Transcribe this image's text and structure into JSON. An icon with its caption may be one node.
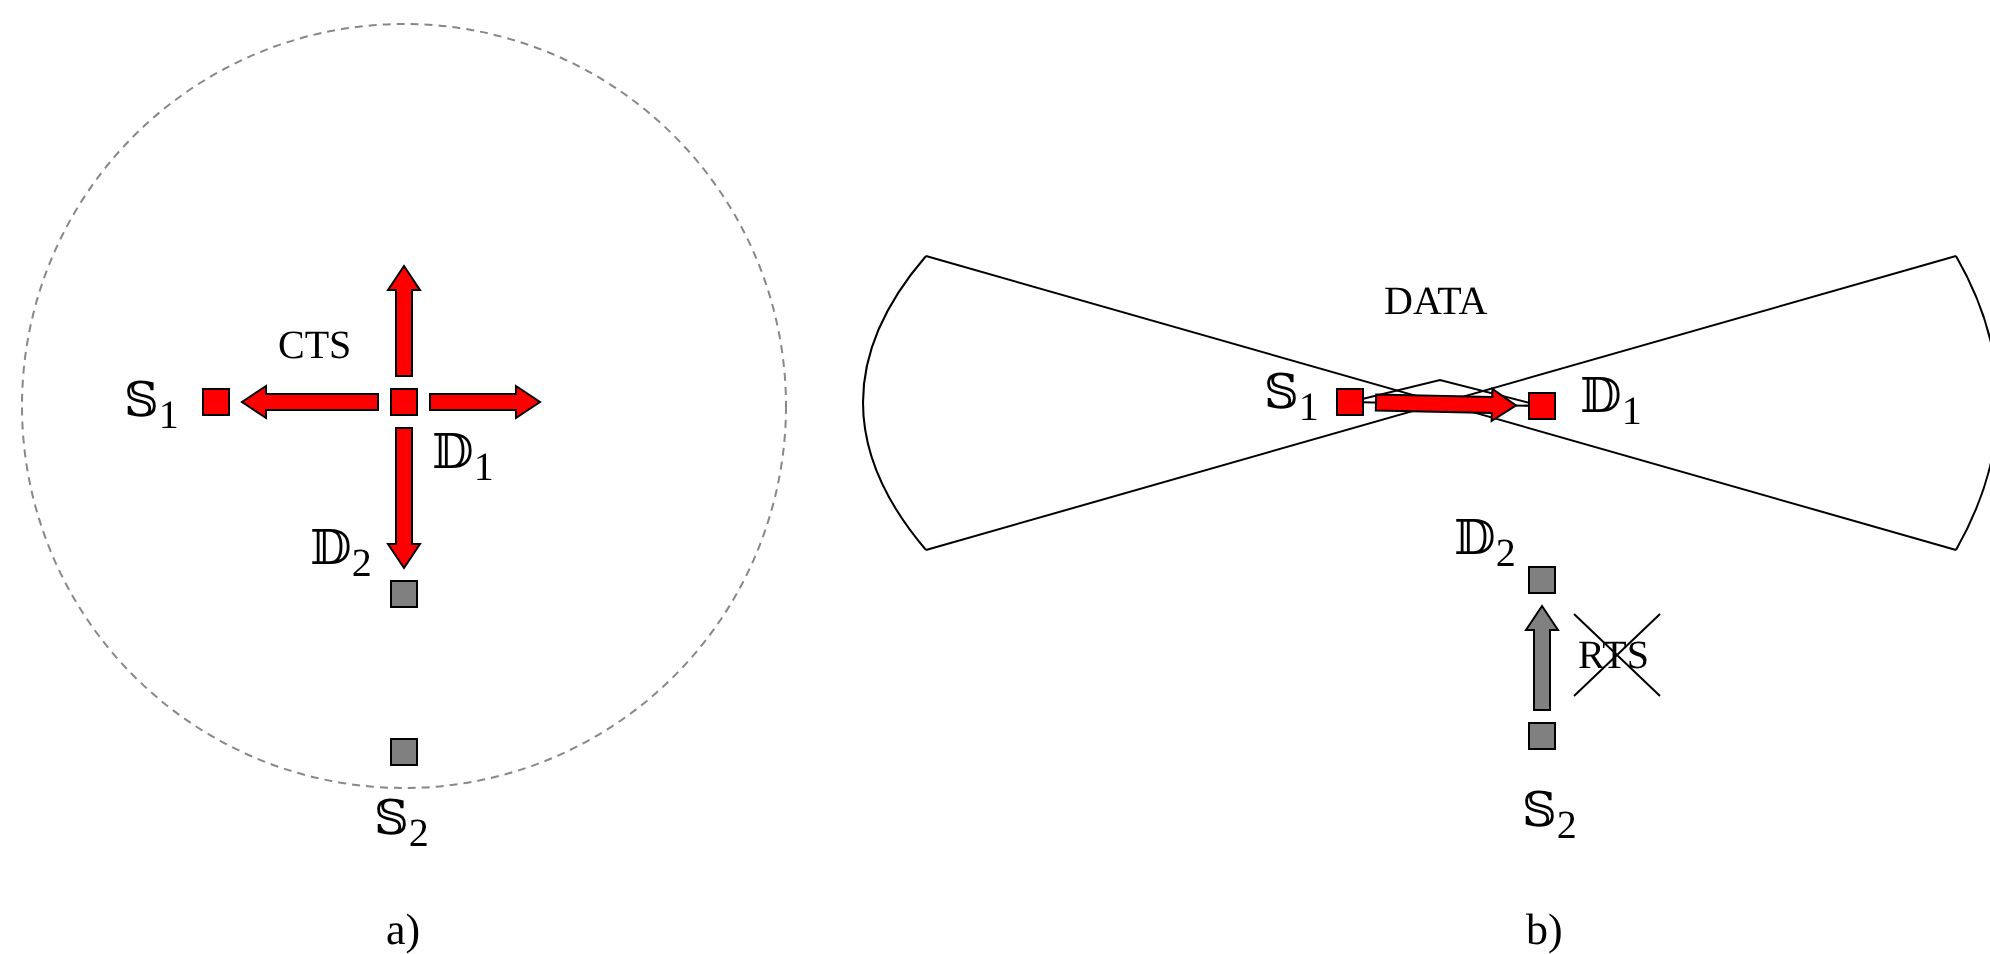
{
  "diagram": {
    "nodes": [
      {
        "text": [],
        "shape": "box",
        "beside": [
          "𝕊$_{1}$"
        ]
      },
      {
        "text": [],
        "shape": "box",
        "beside": [
          "𝔻$_{1}$"
        ]
      },
      {
        "text": [],
        "shape": "box",
        "beside": [
          "𝔻$_{2}$"
        ]
      },
      {
        "text": [],
        "shape": "box",
        "beside": [
          "𝕊$_{2}$"
        ]
      },
      {
        "text": [],
        "shape": "box",
        "beside": [
          "𝕊$_{1}$"
        ]
      },
      {
        "text": [],
        "shape": "box",
        "beside": [
          "𝔻$_{1}$"
        ]
      },
      {
        "text": [],
        "shape": "box",
        "beside": [
          "𝔻$_{2}$"
        ]
      },
      {
        "text": [],
        "shape": "box",
        "beside": [
          "𝕊$_{2}$"
        ]
      }
    ],
    "edges": [
      {
        "from": 1,
        "to": 0,
        "arrow": "to",
        "label": "CTS"
      },
      {
        "from": 1,
        "to": null,
        "arrow": "to"
      },
      {
        "from": 1,
        "to": null,
        "arrow": "to"
      },
      {
        "from": 1,
        "to": 2,
        "arrow": "to"
      },
      {
        "from": 4,
        "to": 5,
        "arrow": "to",
        "label": "DATA"
      },
      {
        "from": 7,
        "to": 6,
        "arrow": "to",
        "label": "RTS",
        "color": "#808080"
      }
    ],
    "labels": [
      "a)",
      "b)"
    ]
  }
}
